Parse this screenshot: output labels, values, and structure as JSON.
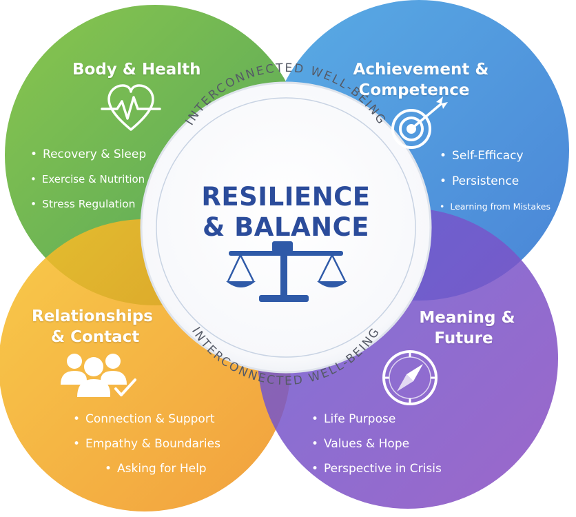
{
  "center": {
    "title_line1": "RESILIENCE",
    "title_line2": "& BALANCE",
    "arc_top_text": "INTERCONNECTED WELL-BEING",
    "arc_bottom_text": "INTERCONNECTED WELL-BEING",
    "icon": "balance-scale-icon"
  },
  "sections": {
    "body": {
      "title_line1": "Body & Health",
      "icon": "heart-pulse-icon",
      "color": "#5aa83e",
      "items": [
        "Recovery & Sleep",
        "Exercise & Nutrition",
        "Stress Regulation"
      ]
    },
    "achievement": {
      "title_line1": "Achievement &",
      "title_line2": "Competence",
      "icon": "target-arrow-icon",
      "color": "#2f8fd8",
      "items": [
        "Self-Efficacy",
        "Persistence",
        "Learning from Mistakes"
      ]
    },
    "relationships": {
      "title_line1": "Relationships",
      "title_line2": "& Contact",
      "icon": "people-check-icon",
      "color": "#f2a91e",
      "items": [
        "Connection & Support",
        "Empathy & Boundaries",
        "Asking for Help"
      ]
    },
    "meaning": {
      "title_line1": "Meaning &",
      "title_line2": "Future",
      "icon": "compass-icon",
      "color": "#7a4fc4",
      "items": [
        "Life Purpose",
        "Values & Hope",
        "Perspective in Crisis"
      ]
    }
  }
}
